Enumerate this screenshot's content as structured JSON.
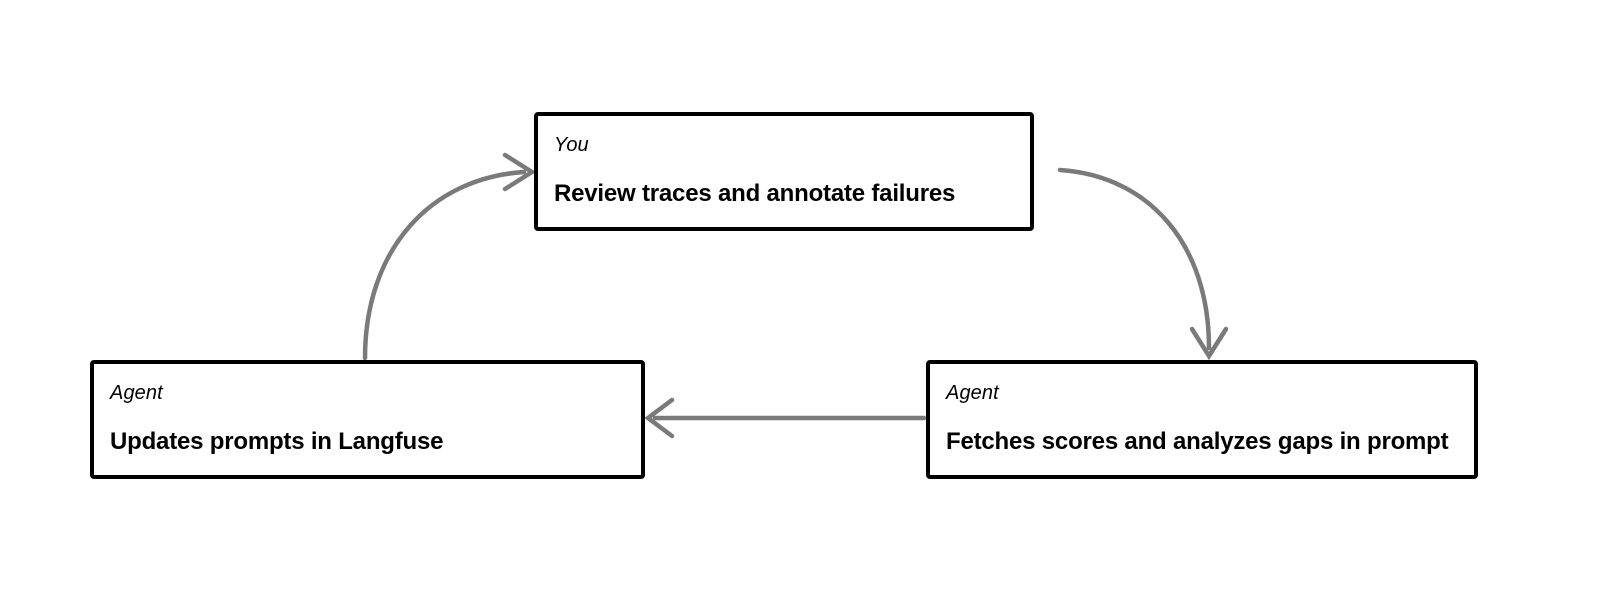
{
  "diagram": {
    "type": "cycle-flow",
    "background_color": "#ffffff",
    "node_border_color": "#000000",
    "arrow_color": "#7a7a7a",
    "nodes": [
      {
        "id": "you-review",
        "role": "You",
        "title": "Review traces and annotate failures",
        "position": "top-center"
      },
      {
        "id": "agent-updates",
        "role": "Agent",
        "title": "Updates prompts in Langfuse",
        "position": "bottom-left"
      },
      {
        "id": "agent-fetches",
        "role": "Agent",
        "title": "Fetches scores and analyzes gaps in prompt",
        "position": "bottom-right"
      }
    ],
    "edges": [
      {
        "id": "edge-updates-to-you",
        "from": "agent-updates",
        "to": "you-review",
        "style": "curved",
        "direction": "up-right",
        "arrowhead": "open-chevron"
      },
      {
        "id": "edge-you-to-fetches",
        "from": "you-review",
        "to": "agent-fetches",
        "style": "curved",
        "direction": "down-right",
        "arrowhead": "open-chevron"
      },
      {
        "id": "edge-fetches-to-updates",
        "from": "agent-fetches",
        "to": "agent-updates",
        "style": "straight",
        "direction": "left",
        "arrowhead": "open-chevron"
      }
    ]
  }
}
